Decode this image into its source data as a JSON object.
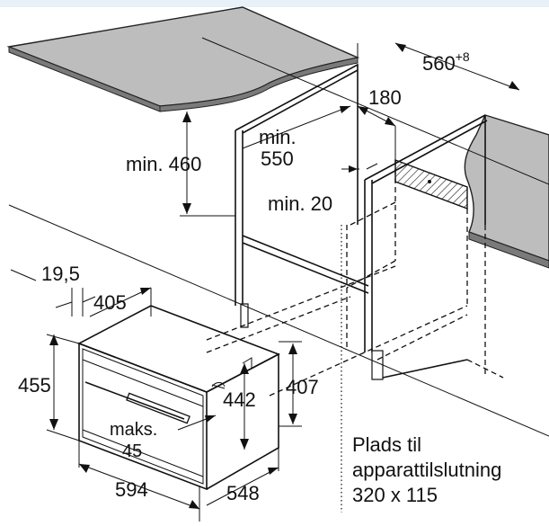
{
  "dimensions": {
    "width_top": "560",
    "width_top_tolerance": "+8",
    "depth_opening": "180",
    "min_depth_label": "min.",
    "min_depth_value": "550",
    "min_height_label": "min. 460",
    "min_gap_label": "min. 20",
    "oven_front_offset": "19,5",
    "oven_depth_inner": "405",
    "oven_height_total": "455",
    "oven_height_inner": "442",
    "oven_height_rear": "407",
    "handle_max_label": "maks.",
    "handle_max_value": "45",
    "oven_width": "594",
    "oven_depth": "548"
  },
  "connection_note": {
    "line1": "Plads til",
    "line2": "apparattilslutning",
    "line3": "320 x 115"
  }
}
